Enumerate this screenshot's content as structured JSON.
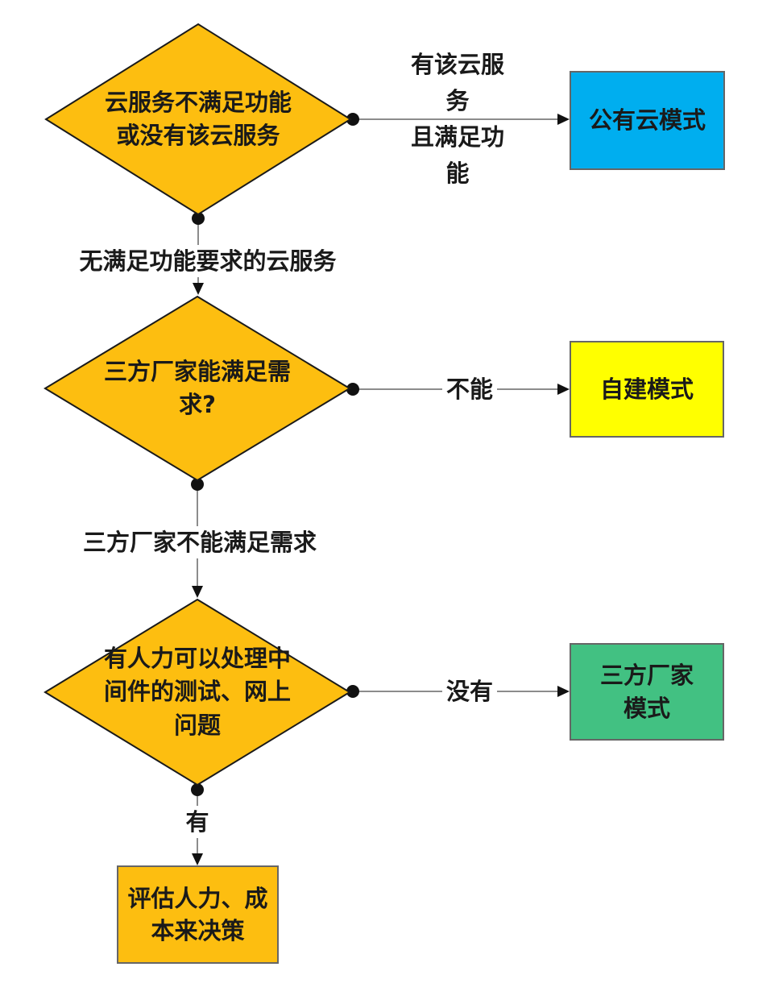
{
  "colors": {
    "diamond_fill": "#FDBE10",
    "diamond_stroke": "#1a1a1a",
    "public_cloud_fill": "#00AEEF",
    "self_build_fill": "#FFFF00",
    "third_party_fill": "#42C182",
    "evaluate_fill": "#FDBE10",
    "connector_line": "#8c8c8c",
    "connector_marker": "#111111",
    "text": "#1a1a1a"
  },
  "nodes": {
    "decision_cloud_service": {
      "text": "云服务不满足功能\n或没有该云服务"
    },
    "decision_third_party": {
      "text": "三方厂家能满足需\n求?"
    },
    "decision_manpower": {
      "text": "有人力可以处理中\n间件的测试、网上\n问题"
    },
    "result_public_cloud": {
      "text": "公有云模式"
    },
    "result_self_build": {
      "text": "自建模式"
    },
    "result_third_party": {
      "text": "三方厂家\n模式"
    },
    "result_evaluate": {
      "text": "评估人力、成\n本来决策"
    }
  },
  "edges": {
    "to_public_cloud": {
      "label": "有该云服务\n且满足功能"
    },
    "to_decision_third_party": {
      "label": "无满足功能要求的云服务"
    },
    "to_self_build": {
      "label": "不能"
    },
    "to_decision_manpower": {
      "label": "三方厂家不能满足需求"
    },
    "to_third_party": {
      "label": "没有"
    },
    "to_evaluate": {
      "label": "有"
    }
  }
}
